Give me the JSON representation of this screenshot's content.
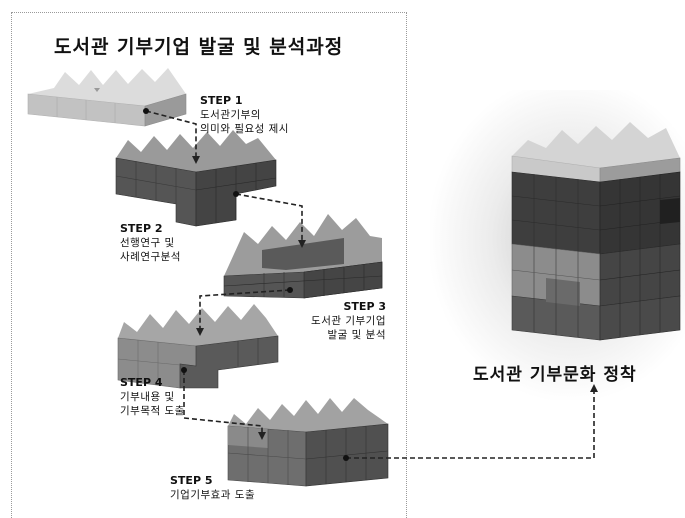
{
  "title": "도서관 기부기업  발굴 및 분석과정",
  "result": "도서관 기부문화 정착",
  "steps": [
    {
      "label": "STEP 1",
      "lines": [
        "도서관기부의",
        "의미와 필요성 제시"
      ]
    },
    {
      "label": "STEP 2",
      "lines": [
        "선행연구 및",
        "사례연구분석"
      ]
    },
    {
      "label": "STEP 3",
      "lines": [
        "도서관 기부기업",
        "발굴 및 분석"
      ]
    },
    {
      "label": "STEP 4",
      "lines": [
        "기부내용 및",
        "기부목적 도출"
      ]
    },
    {
      "label": "STEP 5",
      "lines": [
        "기업기부효과  도출"
      ]
    }
  ],
  "icons": [
    "block-stack-icon",
    "dashed-arrow-icon"
  ],
  "colors": {
    "light": "#cccccc",
    "mid": "#8a8a8a",
    "dark": "#4a4a4a",
    "darker": "#3a3a3a",
    "lines": "#222222"
  }
}
